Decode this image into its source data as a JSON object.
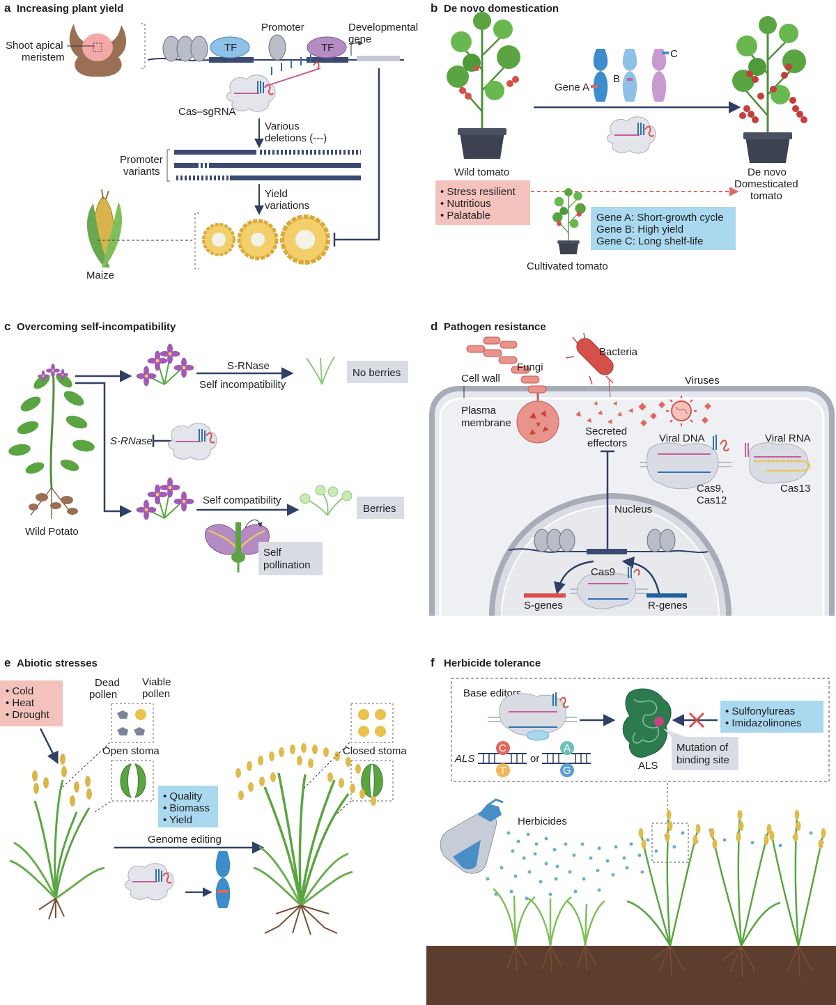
{
  "panels": {
    "a": {
      "letter": "a",
      "title": "Increasing plant yield",
      "labels": {
        "meristem_1": "Shoot apical",
        "meristem_2": "meristem",
        "tf1": "TF",
        "tf2": "TF",
        "promoter": "Promoter",
        "dev_gene_1": "Developmental",
        "dev_gene_2": "gene",
        "cas": "Cas–sgRNA",
        "deletions_1": "Various",
        "deletions_2": "deletions (---)",
        "promvar_1": "Promoter",
        "promvar_2": "variants",
        "yield_1": "Yield",
        "yield_2": "variations",
        "maize": "Maize"
      }
    },
    "b": {
      "letter": "b",
      "title": "De novo domestication",
      "labels": {
        "gene_a": "Gene A",
        "gene_b": "B",
        "gene_c": "C",
        "wild_tomato": "Wild tomato",
        "denovo_1": "De novo",
        "denovo_2": "Domesticated",
        "denovo_3": "tomato",
        "cultivated": "Cultivated tomato"
      },
      "traits": [
        "• Stress resilient",
        "• Nutritious",
        "• Palatable"
      ],
      "genes": [
        "Gene A: Short-growth cycle",
        "Gene B: High yield",
        "Gene C: Long shelf-life"
      ]
    },
    "c": {
      "letter": "c",
      "title": "Overcoming self-incompatibility",
      "labels": {
        "srnase": "S-RNase",
        "self_incompat": "Self incompatibility",
        "no_berries": "No berries",
        "srnase_gene": "S-RNase",
        "self_compat": "Self compatibility",
        "berries": "Berries",
        "self_poll_1": "Self",
        "self_poll_2": "pollination",
        "wild_potato": "Wild Potato"
      }
    },
    "d": {
      "letter": "d",
      "title": "Pathogen resistance",
      "labels": {
        "fungi": "Fungi",
        "bacteria": "Bacteria",
        "cell_wall": "Cell wall",
        "viruses": "Viruses",
        "plasma_1": "Plasma",
        "plasma_2": "membrane",
        "secreted_1": "Secreted",
        "secreted_2": "effectors",
        "viral_dna": "Viral DNA",
        "viral_rna": "Viral RNA",
        "cas9_12_1": "Cas9,",
        "cas9_12_2": "Cas12",
        "cas13": "Cas13",
        "nucleus": "Nucleus",
        "cas9": "Cas9",
        "s_genes": "S-genes",
        "r_genes": "R-genes"
      }
    },
    "e": {
      "letter": "e",
      "title": "Abiotic stresses",
      "stresses": [
        "• Cold",
        "• Heat",
        "• Drought"
      ],
      "labels": {
        "dead_1": "Dead",
        "dead_2": "pollen",
        "viable_1": "Viable",
        "viable_2": "pollen",
        "open_stoma": "Open stoma",
        "closed_stoma": "Closed stoma",
        "genome_editing": "Genome editing"
      },
      "traits": [
        "• Quality",
        "• Biomass",
        "• Yield"
      ]
    },
    "f": {
      "letter": "f",
      "title": "Herbicide tolerance",
      "labels": {
        "base_editors": "Base editors",
        "als_gene": "ALS",
        "c": "C",
        "t": "T",
        "or": "or",
        "a": "A",
        "g": "G",
        "als_protein": "ALS",
        "mutation_1": "Mutation of",
        "mutation_2": "binding site",
        "herbicides": "Herbicides"
      },
      "herbicide_classes": [
        "• Sulfonylureas",
        "• Imidazolinones"
      ]
    }
  },
  "colors": {
    "navy": "#2f3f66",
    "blue_box": "#a9d8ef",
    "pink_box": "#f4c2bd",
    "grey_box": "#d9dde3",
    "tf": "#8ec1e8",
    "tf2": "#b58bc4",
    "red": "#d6504a",
    "plant_green": "#5aa542",
    "soil": "#5c3d2e",
    "chrom_blue": "#3d8ccc",
    "chrom_purple": "#c99ad0",
    "corn": "#f2cf6a"
  }
}
